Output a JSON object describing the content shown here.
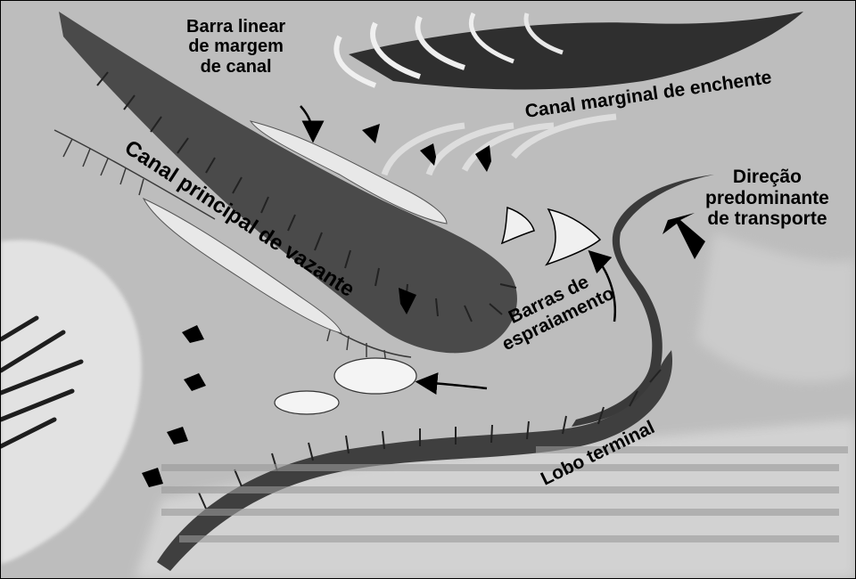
{
  "labels": {
    "barra_linear": [
      "Barra linear",
      "de margem",
      "de canal"
    ],
    "canal_marginal": "Canal marginal de enchente",
    "direcao": [
      "Direção",
      "predominante",
      "de transporte"
    ],
    "canal_principal": "Canal principal de vazante",
    "barras_espraiamento": [
      "Barras de",
      "espraiamento"
    ],
    "lobo_terminal": "Lobo terminal"
  },
  "colors": {
    "background": "#bdbdbd",
    "channel": "#4a4a4a",
    "bar": "#e8e8e8",
    "light_area": "#e0e0e0",
    "text": "#000000"
  }
}
